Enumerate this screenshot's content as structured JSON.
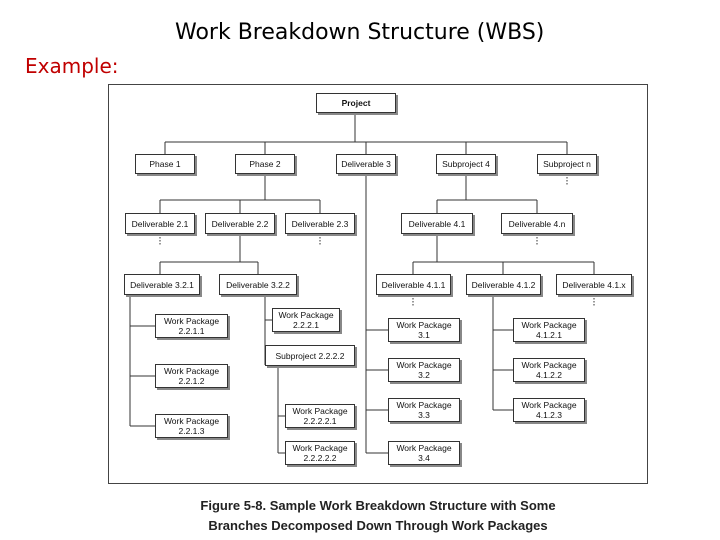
{
  "slide": {
    "title": "Work Breakdown Structure (WBS)",
    "example_label": "Example:"
  },
  "wbs": {
    "root": "Project",
    "level1": [
      "Phase 1",
      "Phase 2",
      "Deliverable 3",
      "Subproject 4",
      "Subproject n"
    ],
    "level2": [
      "Deliverable 2.1",
      "Deliverable 2.2",
      "Deliverable 2.3",
      "Deliverable 4.1",
      "Deliverable 4.n"
    ],
    "level3": [
      "Deliverable 3.2.1",
      "Deliverable 3.2.2",
      "Deliverable 4.1.1",
      "Deliverable 4.1.2",
      "Deliverable 4.1.x"
    ],
    "wp_left": [
      "Work Package\n2.2.1.1",
      "Work Package\n2.2.1.2",
      "Work Package\n2.2.1.3"
    ],
    "wp_322": [
      "Work Package\n2.2.2.1",
      "Subproject 2.2.2.2"
    ],
    "wp_2222": [
      "Work Package\n2.2.2.2.1",
      "Work Package\n2.2.2.2.2"
    ],
    "wp_deliv3": [
      "Work Package\n3.1",
      "Work Package\n3.2",
      "Work Package\n3.3",
      "Work Package\n3.4"
    ],
    "wp_412": [
      "Work Package\n4.1.2.1",
      "Work Package\n4.1.2.2",
      "Work Package\n4.1.2.3"
    ]
  },
  "caption": {
    "line1": "Figure 5-8. Sample Work Breakdown Structure with Some",
    "line2": "Branches Decomposed Down Through Work Packages"
  },
  "colors": {
    "example_label": "#c00000",
    "lines": "#333333"
  }
}
